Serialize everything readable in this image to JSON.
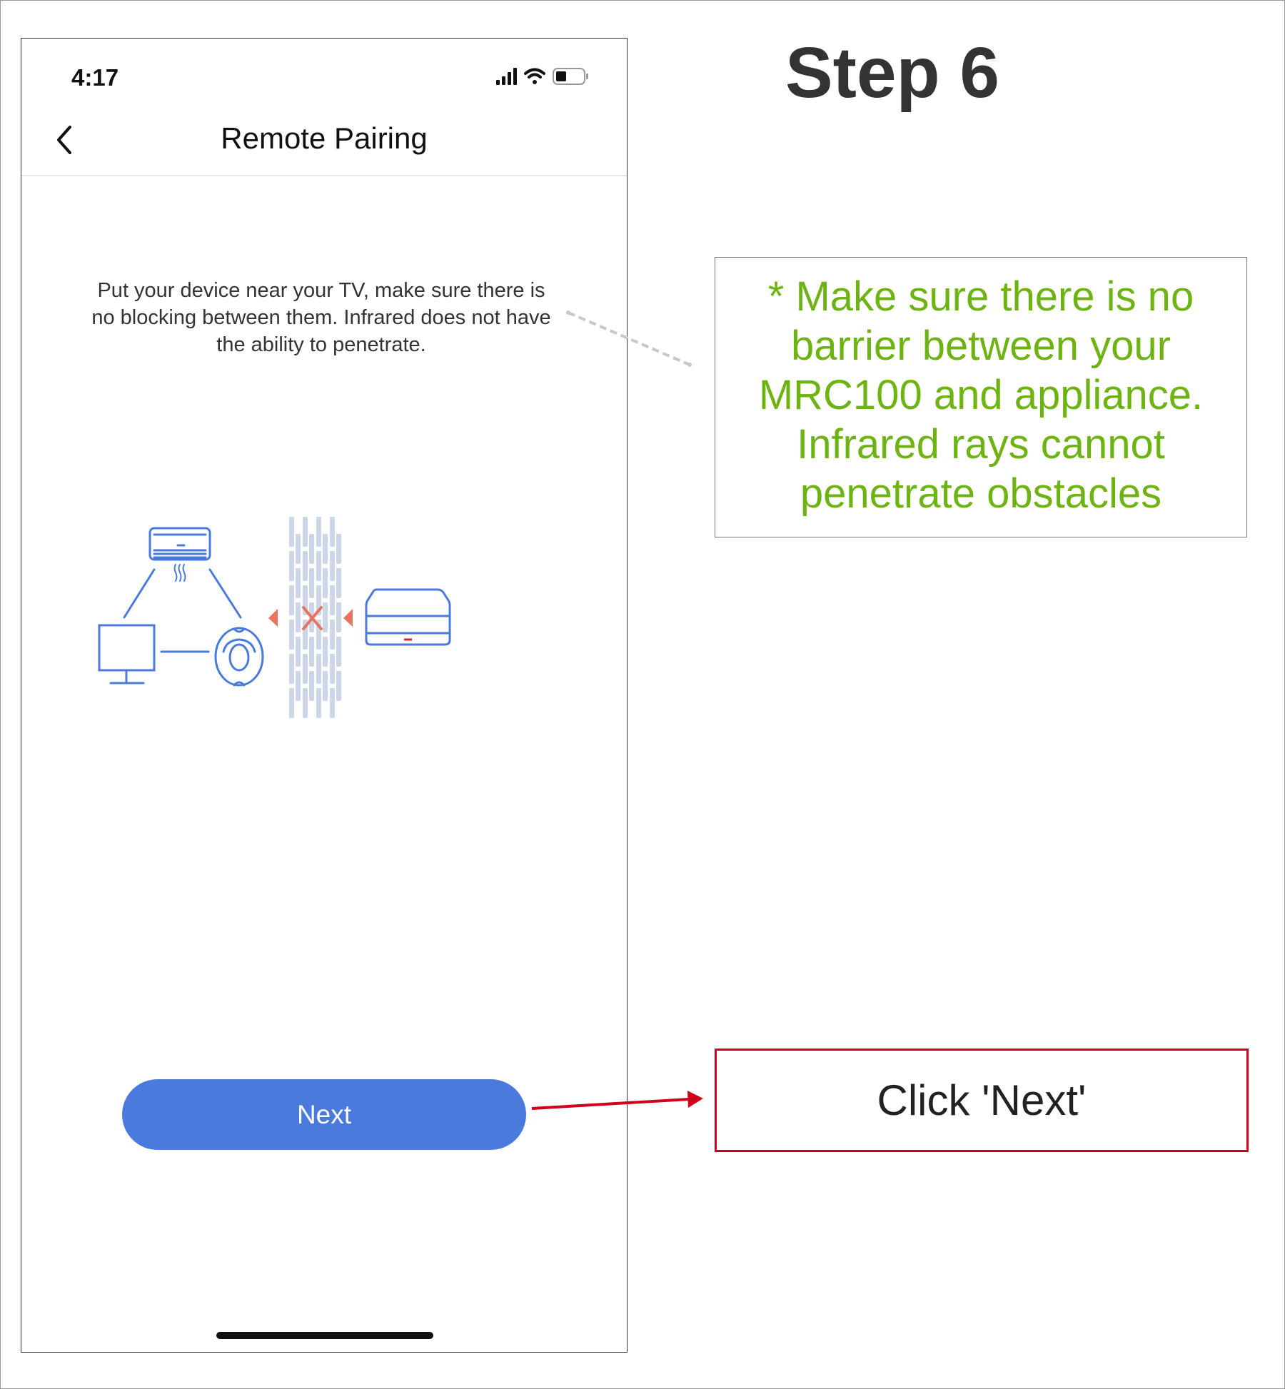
{
  "status_bar": {
    "time": "4:17",
    "icons": [
      "signal-icon",
      "wifi-icon",
      "battery-icon"
    ]
  },
  "nav": {
    "title": "Remote Pairing",
    "back_icon": "chevron-left-icon"
  },
  "body": {
    "description": "Put your device near your TV, make sure there is no blocking between them. Infrared does not have the ability to penetrate."
  },
  "next_button": {
    "label": "Next"
  },
  "annotations": {
    "step_title": "Step 6",
    "note": "* Make sure there is no barrier between your MRC100 and appliance. Infrared rays cannot penetrate obstacles",
    "click_instruction": "Click 'Next'"
  },
  "colors": {
    "accent": "#4a7adb",
    "note_green": "#6db312",
    "callout_red": "#d0021b",
    "warning": "#e8735f"
  }
}
